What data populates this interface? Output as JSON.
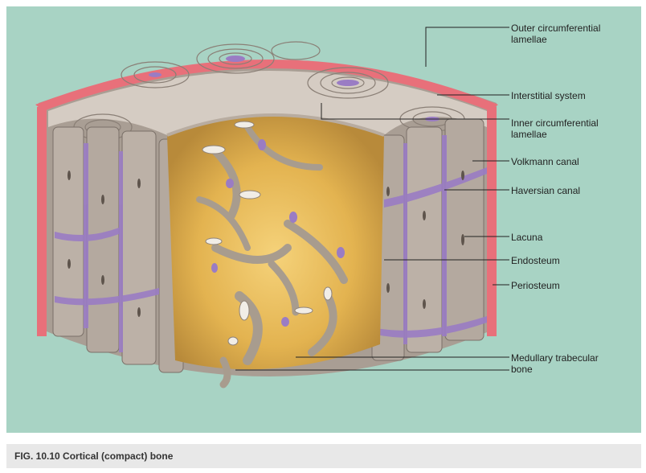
{
  "labels": {
    "outer_circumferential_lamellae": "Outer circumferential\nlamellae",
    "interstitial_system": "Interstitial system",
    "inner_circumferential_lamellae": "Inner circumferential\nlamellae",
    "volkmann_canal": "Volkmann canal",
    "haversian_canal": "Haversian canal",
    "lacuna": "Lacuna",
    "endosteum": "Endosteum",
    "periosteum": "Periosteum",
    "medullary_trabecular_bone": "Medullary trabecular\nbone"
  },
  "caption": "FIG. 10.10  Cortical (compact) bone",
  "colors": {
    "background": "#a8d3c4",
    "periosteum": "#e8707a",
    "bone": "#b8aca0",
    "canal": "#9a7cc4",
    "marrow": "#e0b050",
    "caption_bar": "#e8e8e8"
  }
}
